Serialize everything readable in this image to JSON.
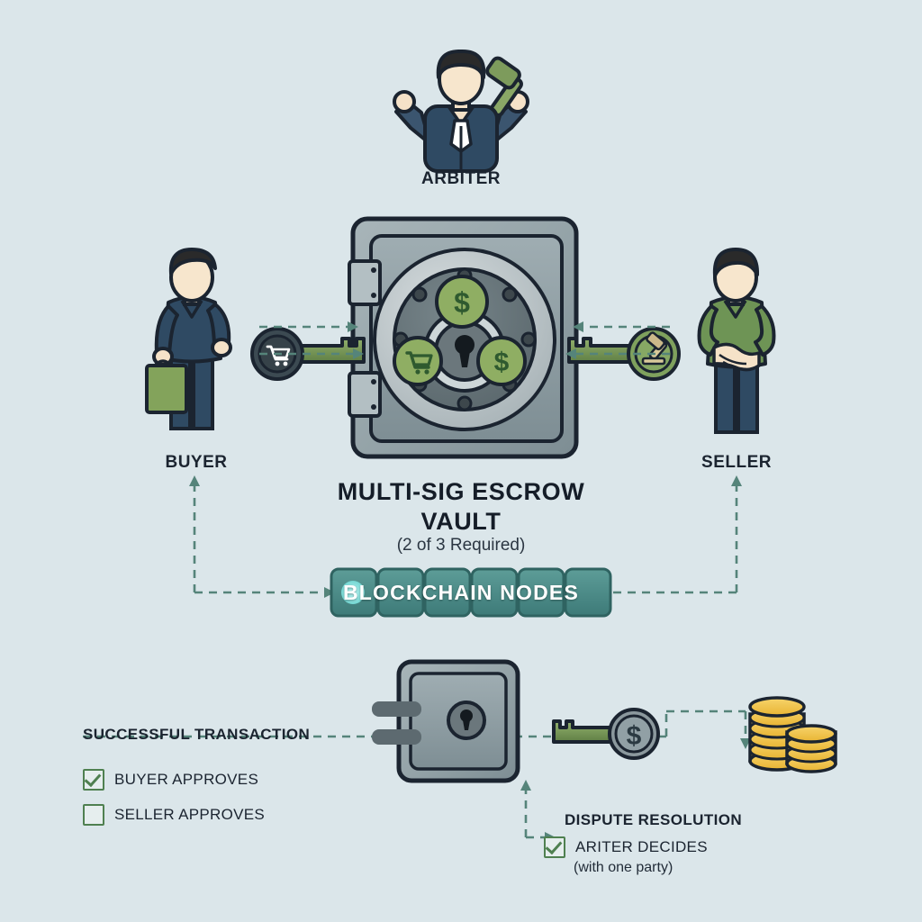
{
  "diagram": {
    "title_line1": "MULTI-SIG ESCROW",
    "title_line2": "VAULT",
    "subtitle": "(2 of 3 Required)",
    "background_color": "#dbe6ea"
  },
  "actors": {
    "arbiter": {
      "label": "ARBITER",
      "icon": "arbiter-figure-with-gavel"
    },
    "buyer": {
      "label": "BUYER",
      "icon": "buyer-figure-with-shopping-bag"
    },
    "seller": {
      "label": "SELLER",
      "icon": "seller-figure-handshake"
    }
  },
  "vault": {
    "badges": [
      {
        "name": "dollar-badge-top",
        "glyph": "$"
      },
      {
        "name": "cart-badge-left",
        "glyph": "cart"
      },
      {
        "name": "dollar-badge-right",
        "glyph": "$"
      }
    ],
    "lock": "keyhole-icon"
  },
  "keys": {
    "buyer_key": {
      "name": "buyer-key",
      "emblem": "shopping-cart-icon"
    },
    "seller_key": {
      "name": "seller-key",
      "emblem": "gavel-icon"
    },
    "release_key": {
      "name": "release-key",
      "emblem": "dollar-icon"
    }
  },
  "blockchain": {
    "label": "BLOCKCHAIN NODES",
    "node_count": 6,
    "node_color": "#4e8c8a"
  },
  "outcomes": {
    "success": {
      "heading": "SUCCESSFUL TRANSACTION",
      "items": [
        {
          "label": "BUYER APPROVES",
          "checked": true
        },
        {
          "label": "SELLER APPROVES",
          "checked": false
        }
      ]
    },
    "dispute": {
      "heading": "DISPUTE RESOLUTION",
      "item": {
        "label": "ARITER DECIDES",
        "checked": true
      },
      "note": "(with one party)"
    }
  },
  "payout": {
    "name": "coin-stacks",
    "icon": "gold-coins"
  },
  "colors": {
    "accent_green": "#7fa25c",
    "navy": "#2e4a63",
    "teal": "#4e8c8a",
    "gold": "#f0c24a",
    "dashed_line": "#4a7a70"
  }
}
